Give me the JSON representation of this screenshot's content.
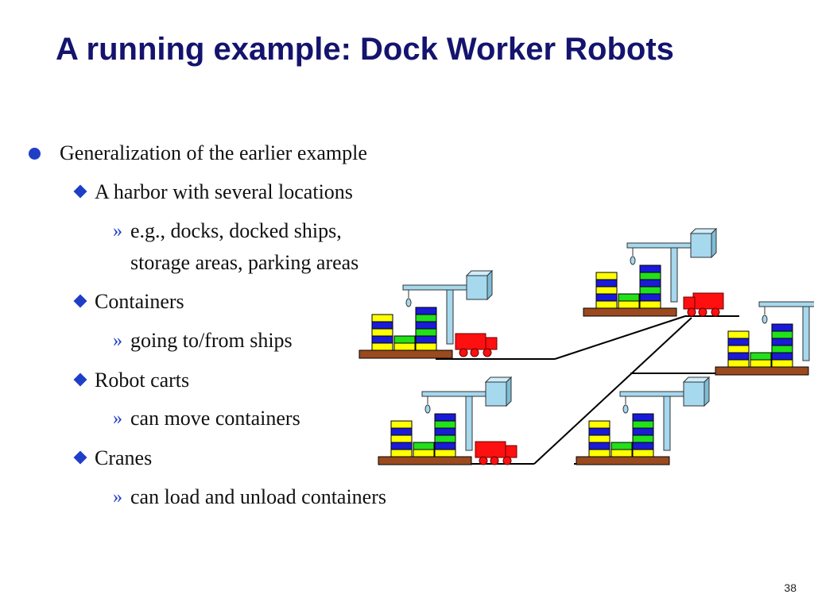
{
  "slide": {
    "title": "A running example: Dock Worker Robots",
    "page_number": "38"
  },
  "bullets": {
    "main": "Generalization of the earlier example",
    "harbor": "A harbor with several locations",
    "harbor_sub_1": "e.g., docks, docked ships,",
    "harbor_sub_2": "storage areas, parking areas",
    "containers": "Containers",
    "containers_sub": "going to/from ships",
    "carts": "Robot carts",
    "carts_sub": "can move containers",
    "cranes": "Cranes",
    "cranes_sub": "can load and unload containers"
  },
  "symbols": {
    "sub_marker": "»"
  },
  "colors": {
    "title": "#14146e",
    "bullet": "#1f3ec8",
    "crane": "#a6d8ee",
    "platform": "#9a4a1e",
    "truck": "#ff1010",
    "container_yellow": "#ffff00",
    "container_blue": "#1a1ad8",
    "container_green": "#22e01a"
  }
}
